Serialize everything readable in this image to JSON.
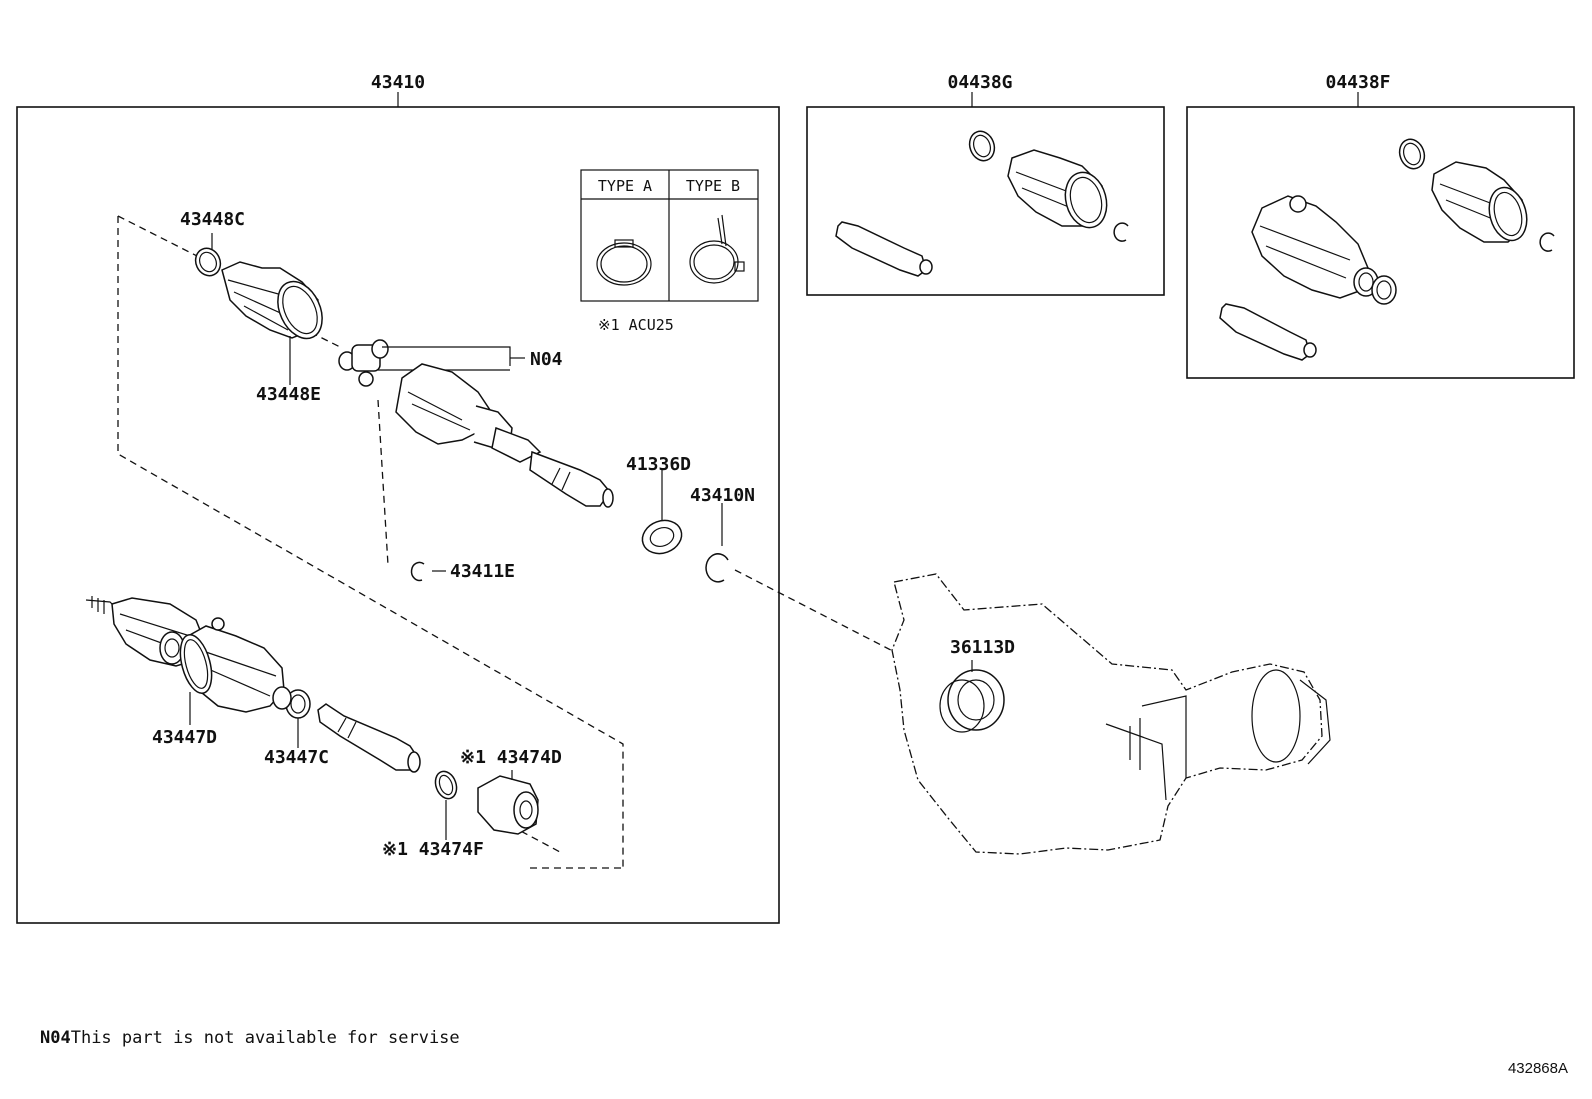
{
  "groups": {
    "driveshaft_assy": "43410",
    "boot_kit_inner": "04438G",
    "boot_kit_outer": "04438F"
  },
  "type_table": {
    "type_a": "TYPE A",
    "type_b": "TYPE B",
    "note": "※1 ACU25"
  },
  "callouts": {
    "c43448C": "43448C",
    "c43448E": "43448E",
    "cN04": "N04",
    "c41336D": "41336D",
    "c43410N": "43410N",
    "c43411E": "43411E",
    "c43447D": "43447D",
    "c43447C": "43447C",
    "c43474D": "※1 43474D",
    "c43474F": "※1 43474F",
    "c36113D": "36113D"
  },
  "footnote": {
    "code": "N04",
    "text": "This part is not available for servise"
  },
  "drawing_ref": "432868A"
}
